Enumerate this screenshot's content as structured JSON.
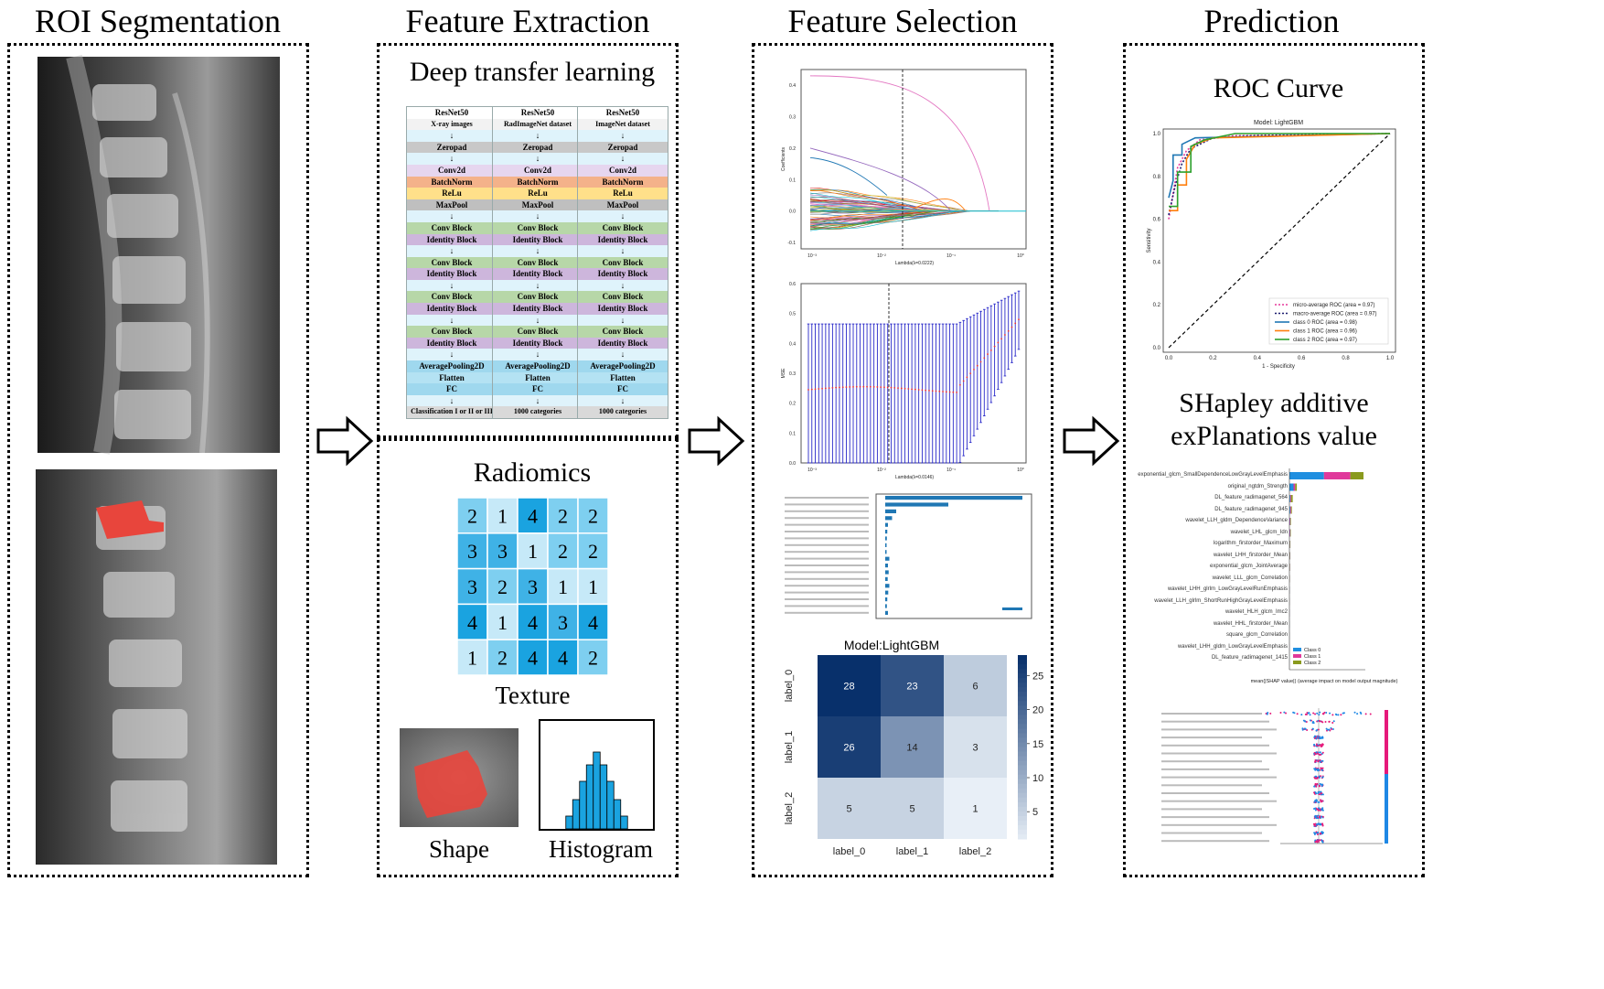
{
  "titles": {
    "roi": "ROI Segmentation",
    "feature_extraction": "Feature Extraction",
    "feature_selection": "Feature Selection",
    "prediction": "Prediction"
  },
  "feature_extraction": {
    "deep_title": "Deep transfer learning",
    "architectures": [
      {
        "name": "ResNet50",
        "input": "X-ray images",
        "output": "Classification I or II or III"
      },
      {
        "name": "ResNet50",
        "input": "RadImageNet dataset",
        "output": "1000 categories"
      },
      {
        "name": "ResNet50",
        "input": "ImageNet dataset",
        "output": "1000 categories"
      }
    ],
    "layers": {
      "zeropad": "Zeropad",
      "conv2d": "Conv2d",
      "batchnorm": "BatchNorm",
      "relu": "ReLu",
      "maxpool": "MaxPool",
      "conv_block": "Conv Block",
      "identity_block": "Identity Block",
      "avgpool_a": "AveragePooling2D",
      "avgpool_b": "AveragePooling2D",
      "flatten": "Flatten",
      "fc": "FC",
      "arrow": "↓"
    },
    "radiomics_title": "Radiomics",
    "texture_label": "Texture",
    "texture_grid": [
      [
        2,
        1,
        4,
        2,
        2
      ],
      [
        3,
        3,
        1,
        2,
        2
      ],
      [
        3,
        2,
        3,
        1,
        1
      ],
      [
        4,
        1,
        4,
        3,
        4
      ],
      [
        1,
        2,
        4,
        4,
        2
      ]
    ],
    "shape_label": "Shape",
    "histogram_label": "Histogram"
  },
  "feature_selection": {
    "lasso_coef": {
      "xlabel": "Lambda(λ=0.0222)",
      "ylabel": "Coefficients",
      "x_ticks": [
        "10⁻³",
        "10⁻²",
        "10⁻¹",
        "10⁰"
      ],
      "y_ticks": [
        "0.4",
        "0.3",
        "0.2",
        "0.1",
        "0.0",
        "-0.1"
      ]
    },
    "lasso_mse": {
      "xlabel": "Lambda(λ=0.0146)",
      "ylabel": "MSE",
      "x_ticks": [
        "10⁻³",
        "10⁻²",
        "10⁻¹",
        "10⁰"
      ],
      "y_ticks": [
        "0.6",
        "0.5",
        "0.4",
        "0.3",
        "0.2",
        "0.1",
        "0.0"
      ]
    },
    "confusion_matrix": {
      "title": "Model:LightGBM",
      "row_labels": [
        "label_0",
        "label_1",
        "label_2"
      ],
      "col_labels": [
        "label_0",
        "label_1",
        "label_2"
      ],
      "values": [
        [
          28,
          23,
          6
        ],
        [
          26,
          14,
          3
        ],
        [
          5,
          5,
          1
        ]
      ],
      "colorbar_ticks": [
        "25",
        "20",
        "15",
        "10",
        "5"
      ]
    }
  },
  "prediction": {
    "roc_title": "ROC Curve",
    "roc_chart": {
      "title": "Model: LightGBM",
      "xlabel": "1 - Specificity",
      "ylabel": "Sensitivity",
      "ticks": [
        "0.0",
        "0.2",
        "0.4",
        "0.6",
        "0.8",
        "1.0"
      ],
      "legend": [
        {
          "label": "micro-average ROC (area = 0.97)",
          "color": "#e6399b"
        },
        {
          "label": "macro-average ROC (area = 0.97)",
          "color": "#1a1a6e"
        },
        {
          "label": "class 0 ROC (area = 0.98)",
          "color": "#1f77b4"
        },
        {
          "label": "class 1 ROC (area = 0.96)",
          "color": "#ff7f0e"
        },
        {
          "label": "class 2 ROC (area = 0.97)",
          "color": "#2ca02c"
        }
      ]
    },
    "shap_title_line1": "SHapley additive",
    "shap_title_line2": "exPlanations value",
    "shap_bar": {
      "features": [
        "exponential_glcm_SmallDependenceLowGrayLevelEmphasis",
        "original_ngtdm_Strength",
        "DL_feature_radimagenet_564",
        "DL_feature_radimagenet_945",
        "wavelet_LLH_gldm_DependenceVariance",
        "wavelet_LHL_glcm_Idn",
        "logarithm_firstorder_Maximum",
        "wavelet_LHH_firstorder_Mean",
        "exponential_glcm_JointAverage",
        "wavelet_LLL_glcm_Correlation",
        "wavelet_LHH_glrlm_LowGrayLevelRunEmphasis",
        "wavelet_LLH_glrlm_ShortRunHighGrayLevelEmphasis",
        "wavelet_HLH_glcm_Imc2",
        "wavelet_HHL_firstorder_Mean",
        "square_glcm_Correlation",
        "wavelet_LHH_gldm_LowGrayLevelEmphasis",
        "DL_feature_radimagenet_1415"
      ],
      "legend": [
        "Class 0",
        "Class 1",
        "Class 2"
      ],
      "xlabel": "mean(|SHAP value|) (average impact on model output magnitude)"
    }
  },
  "colors": {
    "tex_light": "#c6e9f8",
    "tex_mid": "#5cc1ea",
    "tex_dark": "#1aa3e0",
    "cm_dark": "#08306b",
    "mask_red": "#e8453c"
  }
}
